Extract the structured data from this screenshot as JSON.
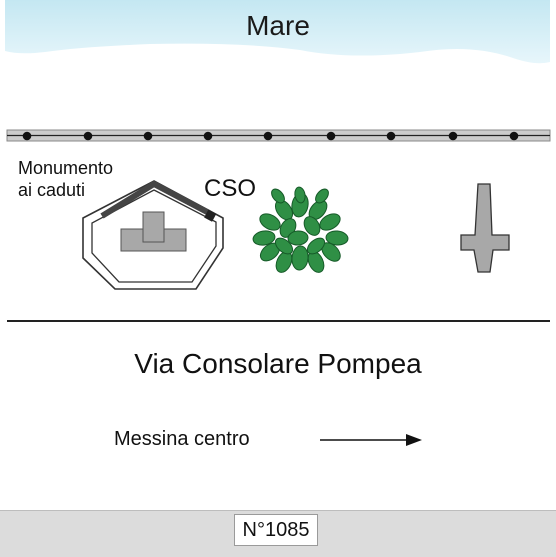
{
  "map": {
    "sea_label": "Mare",
    "monument_label_line1": "Monumento",
    "monument_label_line2": "ai caduti",
    "cso_label": "CSO",
    "road_label": "Via Consolare Pompea",
    "direction_label": "Messina centro",
    "civic_number": "N°1085"
  },
  "colors": {
    "sea": "#c4e7f2",
    "railing": "#cccccc",
    "tree": "#2f8f45",
    "monument": "#a8a8a8",
    "band": "#dcdcdc"
  },
  "icons": {
    "railing": "railing-line",
    "monument": "octagon-monument-icon",
    "tree": "tree-icon",
    "statue": "statue-icon",
    "direction": "arrow-right-icon"
  }
}
